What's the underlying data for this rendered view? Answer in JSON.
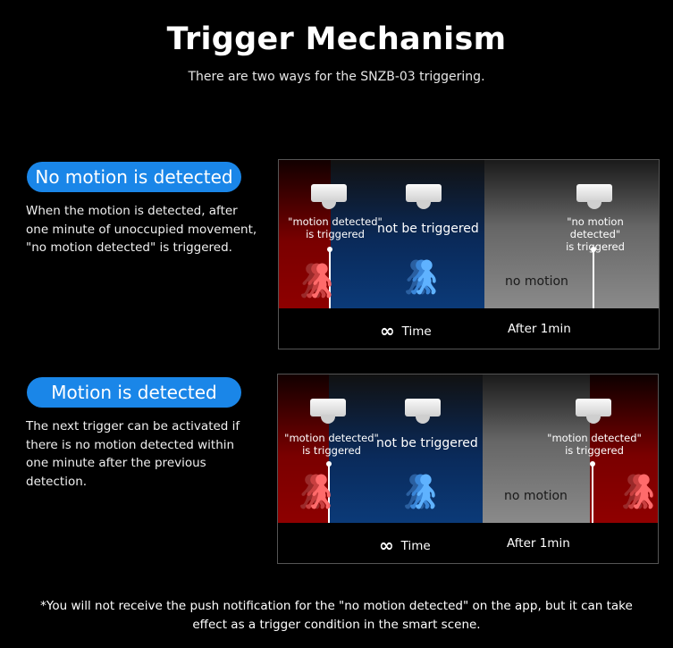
{
  "header": {
    "title": "Trigger Mechanism",
    "subtitle": "There are two ways for the SNZB-03 triggering."
  },
  "sections": [
    {
      "pill": "No motion is detected",
      "description": "When the motion is detected, after one minute of unoccupied movement, \"no motion detected\" is triggered.",
      "diagram": {
        "left_label_line1": "\"motion detected\"",
        "left_label_line2": "is triggered",
        "middle_label": "not be triggered",
        "right_label_line1": "\"no motion detected\"",
        "right_label_line2": "is triggered",
        "no_motion": "no motion",
        "time_label": "Time",
        "after_label": "After 1min"
      }
    },
    {
      "pill": "Motion is detected",
      "description": "The next trigger can be activated if there is no motion detected within one minute after the previous detection.",
      "diagram": {
        "left_label_line1": "\"motion detected\"",
        "left_label_line2": "is triggered",
        "middle_label": "not be triggered",
        "right_label_line1": "\"motion detected\"",
        "right_label_line2": "is triggered",
        "no_motion": "no motion",
        "time_label": "Time",
        "after_label": "After 1min"
      }
    }
  ],
  "footnote": "*You will not receive the push notification for the \"no motion detected\" on the app, but it can take effect as a trigger condition in the smart scene.",
  "icons": {
    "sensor": "motion-sensor-icon",
    "walking_person": "walking-person-icon",
    "infinity": "infinity-icon"
  },
  "colors": {
    "accent": "#1a86e8",
    "motion_red": "#8e0000",
    "idle_blue": "#0b3a78",
    "no_motion_gray": "#8a8a8a"
  }
}
